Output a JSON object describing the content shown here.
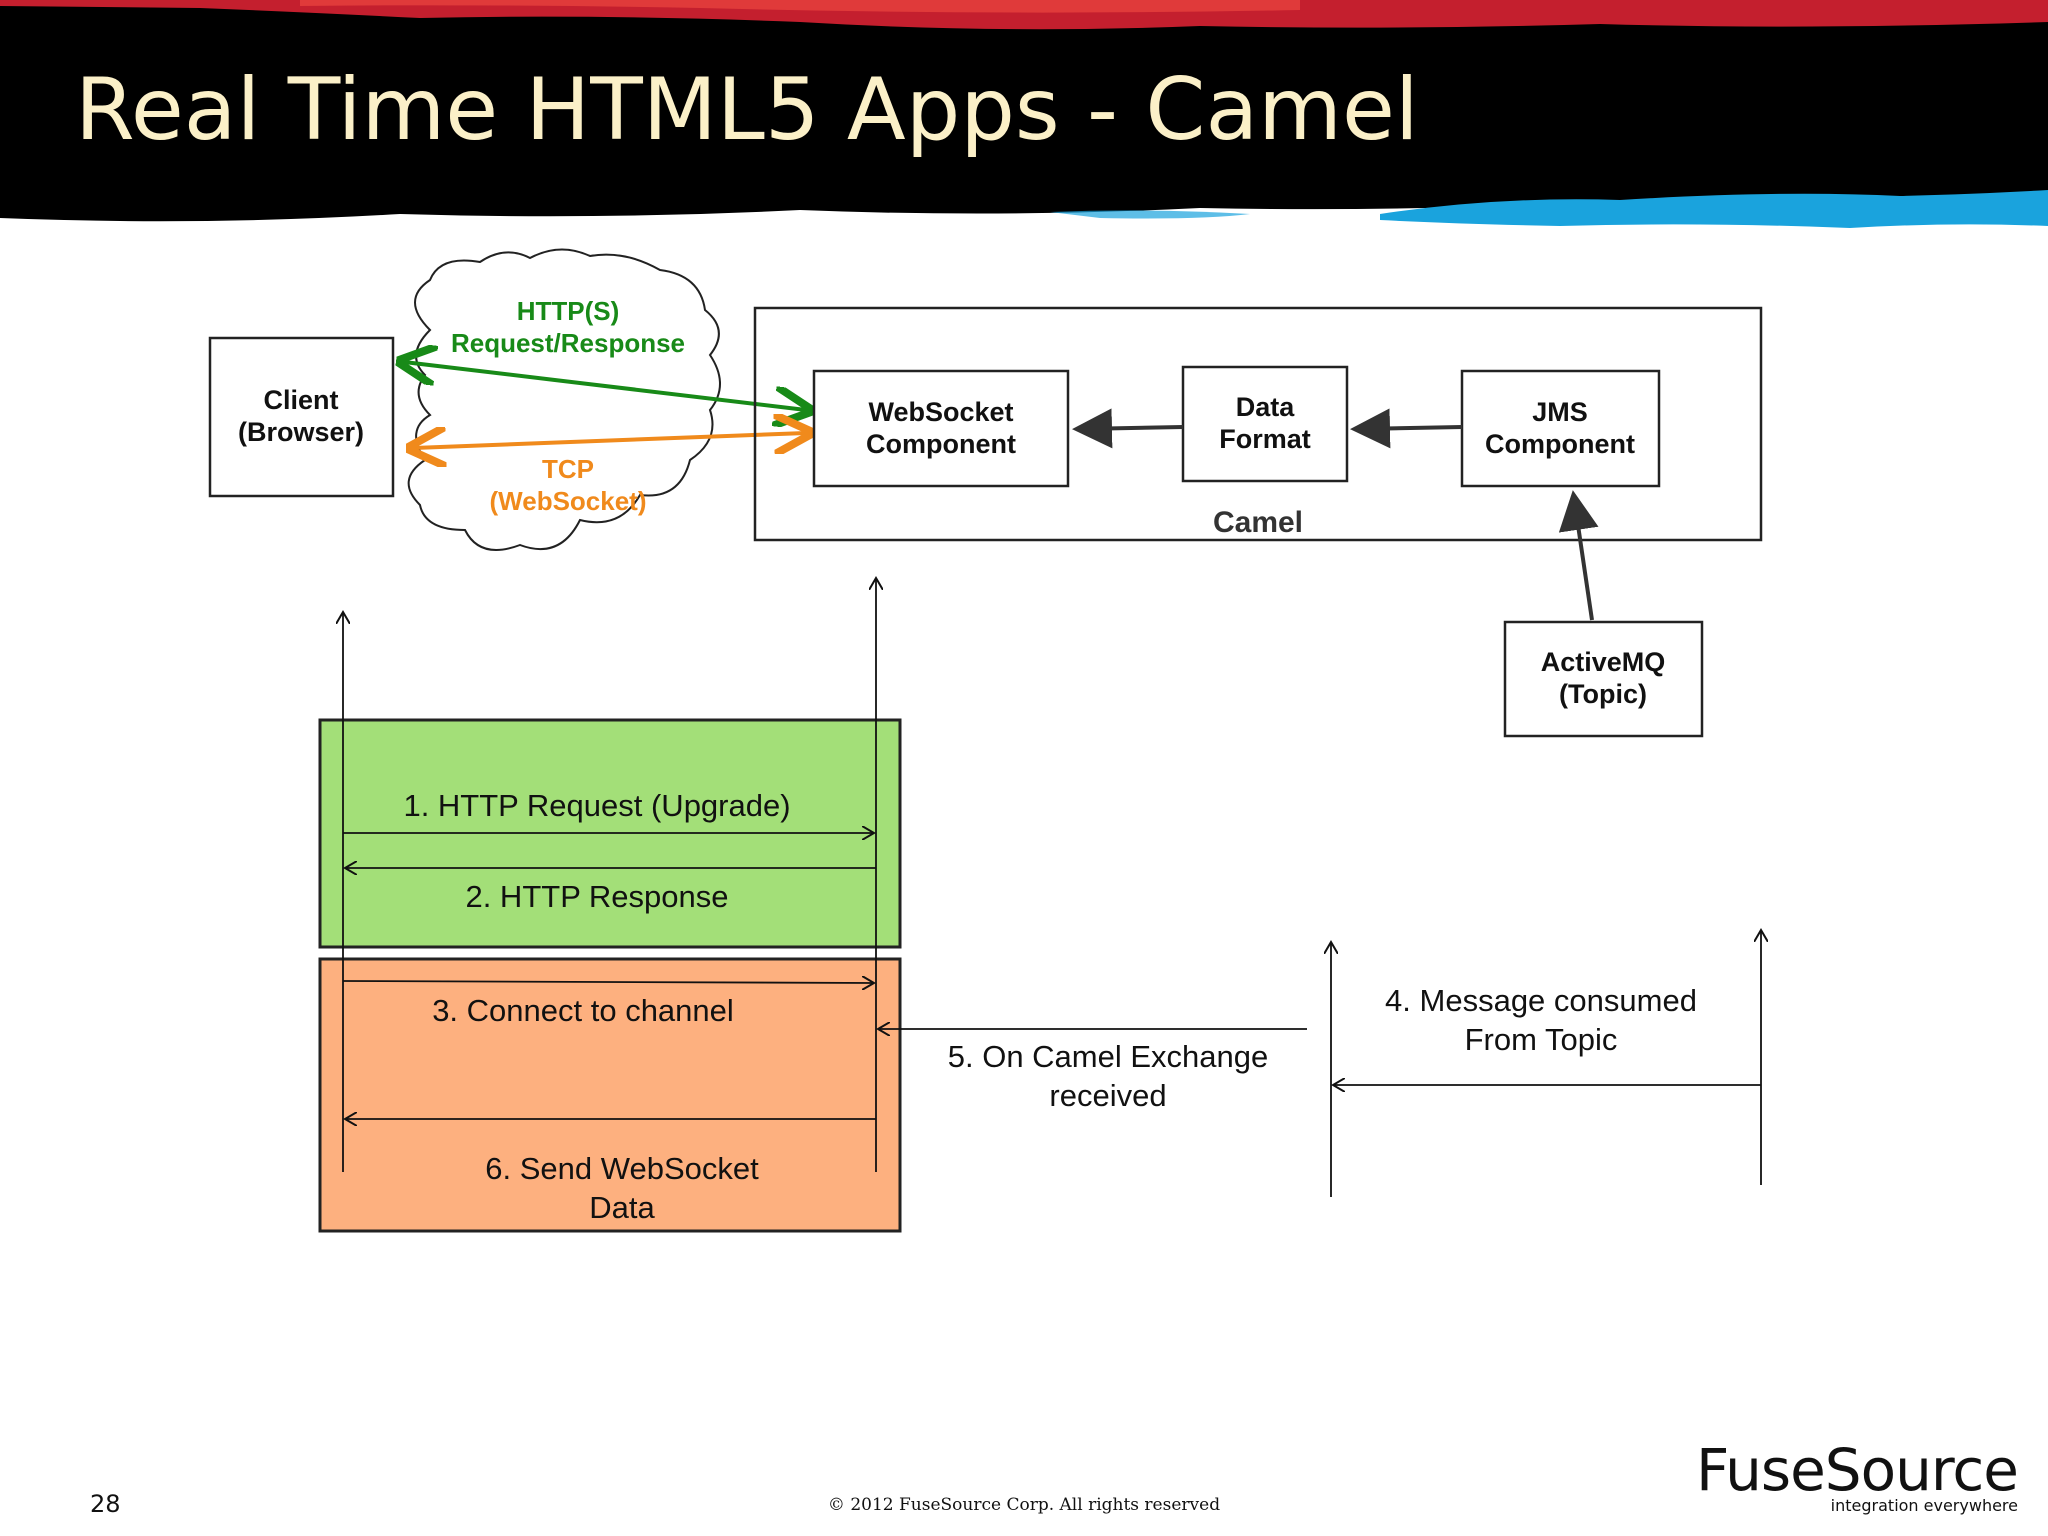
{
  "slide": {
    "title": "Real Time HTML5 Apps - Camel",
    "page_number": "28",
    "copyright": "© 2012 FuseSource Corp. All rights reserved",
    "logo": {
      "name": "FuseSource",
      "tagline": "integration everywhere"
    }
  },
  "colors": {
    "header_bg": "#000000",
    "header_red": "#c41f2e",
    "header_blue": "#1aa3dd",
    "title": "#fbf0c8",
    "http_arrow": "#188a18",
    "tcp_arrow": "#f08a1c",
    "green_box": "#a3df78",
    "orange_box": "#fdb07f"
  },
  "architecture": {
    "client": [
      "Client",
      "(Browser)"
    ],
    "cloud_http": [
      "HTTP(S)",
      "Request/Response"
    ],
    "cloud_tcp": [
      "TCP",
      "(WebSocket)"
    ],
    "camel_label": "Camel",
    "websocket_component": [
      "WebSocket",
      "Component"
    ],
    "data_format": [
      "Data",
      "Format"
    ],
    "jms_component": [
      "JMS",
      "Component"
    ],
    "activemq": [
      "ActiveMQ",
      "(Topic)"
    ]
  },
  "sequence": {
    "step1": "1. HTTP Request (Upgrade)",
    "step2": "2. HTTP Response",
    "step3": "3. Connect to channel",
    "step4": [
      "4. Message consumed",
      "From Topic"
    ],
    "step5": [
      "5. On Camel Exchange",
      "received"
    ],
    "step6": [
      "6. Send WebSocket",
      "Data"
    ]
  }
}
